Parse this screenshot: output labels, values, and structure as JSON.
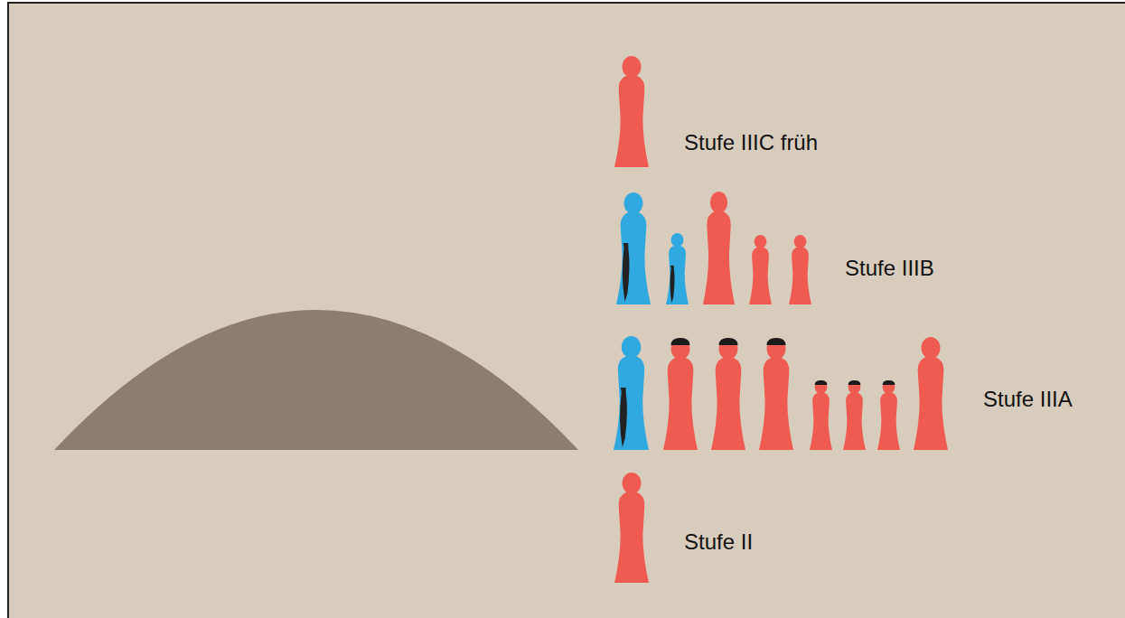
{
  "diagram": {
    "labels": [
      "Stufe IIIC früh",
      "Stufe IIIB",
      "Stufe IIIA",
      "Stufe II"
    ]
  }
}
